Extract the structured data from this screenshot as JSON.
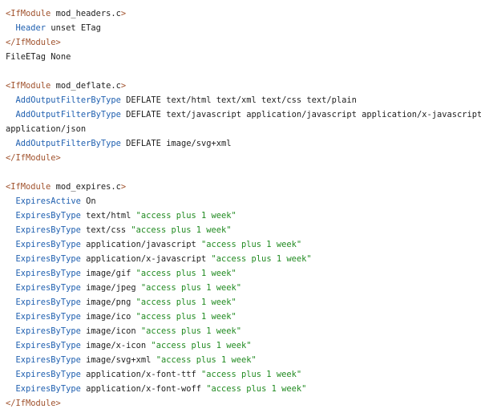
{
  "code_viewer": {
    "lines": [
      [
        {
          "t": "tag",
          "v": "<IfModule"
        },
        {
          "t": "plain",
          "v": " mod_headers.c"
        },
        {
          "t": "tag",
          "v": ">"
        }
      ],
      [
        {
          "t": "plain",
          "v": "  "
        },
        {
          "t": "directive",
          "v": "Header"
        },
        {
          "t": "plain",
          "v": " unset ETag"
        }
      ],
      [
        {
          "t": "tag",
          "v": "</IfModule>"
        }
      ],
      [
        {
          "t": "plain",
          "v": "FileETag None"
        }
      ],
      [],
      [
        {
          "t": "tag",
          "v": "<IfModule"
        },
        {
          "t": "plain",
          "v": " mod_deflate.c"
        },
        {
          "t": "tag",
          "v": ">"
        }
      ],
      [
        {
          "t": "plain",
          "v": "  "
        },
        {
          "t": "directive",
          "v": "AddOutputFilterByType"
        },
        {
          "t": "plain",
          "v": " DEFLATE text/html text/xml text/css text/plain"
        }
      ],
      [
        {
          "t": "plain",
          "v": "  "
        },
        {
          "t": "directive",
          "v": "AddOutputFilterByType"
        },
        {
          "t": "plain",
          "v": " DEFLATE text/javascript application/javascript application/x-javascript"
        }
      ],
      [
        {
          "t": "plain",
          "v": "application/json"
        }
      ],
      [
        {
          "t": "plain",
          "v": "  "
        },
        {
          "t": "directive",
          "v": "AddOutputFilterByType"
        },
        {
          "t": "plain",
          "v": " DEFLATE image/svg+xml"
        }
      ],
      [
        {
          "t": "tag",
          "v": "</IfModule>"
        }
      ],
      [],
      [
        {
          "t": "tag",
          "v": "<IfModule"
        },
        {
          "t": "plain",
          "v": " mod_expires.c"
        },
        {
          "t": "tag",
          "v": ">"
        }
      ],
      [
        {
          "t": "plain",
          "v": "  "
        },
        {
          "t": "directive",
          "v": "ExpiresActive"
        },
        {
          "t": "plain",
          "v": " On"
        }
      ],
      [
        {
          "t": "plain",
          "v": "  "
        },
        {
          "t": "directive",
          "v": "ExpiresByType"
        },
        {
          "t": "plain",
          "v": " text/html "
        },
        {
          "t": "string",
          "v": "\"access plus 1 week\""
        }
      ],
      [
        {
          "t": "plain",
          "v": "  "
        },
        {
          "t": "directive",
          "v": "ExpiresByType"
        },
        {
          "t": "plain",
          "v": " text/css "
        },
        {
          "t": "string",
          "v": "\"access plus 1 week\""
        }
      ],
      [
        {
          "t": "plain",
          "v": "  "
        },
        {
          "t": "directive",
          "v": "ExpiresByType"
        },
        {
          "t": "plain",
          "v": " application/javascript "
        },
        {
          "t": "string",
          "v": "\"access plus 1 week\""
        }
      ],
      [
        {
          "t": "plain",
          "v": "  "
        },
        {
          "t": "directive",
          "v": "ExpiresByType"
        },
        {
          "t": "plain",
          "v": " application/x-javascript "
        },
        {
          "t": "string",
          "v": "\"access plus 1 week\""
        }
      ],
      [
        {
          "t": "plain",
          "v": "  "
        },
        {
          "t": "directive",
          "v": "ExpiresByType"
        },
        {
          "t": "plain",
          "v": " image/gif "
        },
        {
          "t": "string",
          "v": "\"access plus 1 week\""
        }
      ],
      [
        {
          "t": "plain",
          "v": "  "
        },
        {
          "t": "directive",
          "v": "ExpiresByType"
        },
        {
          "t": "plain",
          "v": " image/jpeg "
        },
        {
          "t": "string",
          "v": "\"access plus 1 week\""
        }
      ],
      [
        {
          "t": "plain",
          "v": "  "
        },
        {
          "t": "directive",
          "v": "ExpiresByType"
        },
        {
          "t": "plain",
          "v": " image/png "
        },
        {
          "t": "string",
          "v": "\"access plus 1 week\""
        }
      ],
      [
        {
          "t": "plain",
          "v": "  "
        },
        {
          "t": "directive",
          "v": "ExpiresByType"
        },
        {
          "t": "plain",
          "v": " image/ico "
        },
        {
          "t": "string",
          "v": "\"access plus 1 week\""
        }
      ],
      [
        {
          "t": "plain",
          "v": "  "
        },
        {
          "t": "directive",
          "v": "ExpiresByType"
        },
        {
          "t": "plain",
          "v": " image/icon "
        },
        {
          "t": "string",
          "v": "\"access plus 1 week\""
        }
      ],
      [
        {
          "t": "plain",
          "v": "  "
        },
        {
          "t": "directive",
          "v": "ExpiresByType"
        },
        {
          "t": "plain",
          "v": " image/x-icon "
        },
        {
          "t": "string",
          "v": "\"access plus 1 week\""
        }
      ],
      [
        {
          "t": "plain",
          "v": "  "
        },
        {
          "t": "directive",
          "v": "ExpiresByType"
        },
        {
          "t": "plain",
          "v": " image/svg+xml "
        },
        {
          "t": "string",
          "v": "\"access plus 1 week\""
        }
      ],
      [
        {
          "t": "plain",
          "v": "  "
        },
        {
          "t": "directive",
          "v": "ExpiresByType"
        },
        {
          "t": "plain",
          "v": " application/x-font-ttf "
        },
        {
          "t": "string",
          "v": "\"access plus 1 week\""
        }
      ],
      [
        {
          "t": "plain",
          "v": "  "
        },
        {
          "t": "directive",
          "v": "ExpiresByType"
        },
        {
          "t": "plain",
          "v": " application/x-font-woff "
        },
        {
          "t": "string",
          "v": "\"access plus 1 week\""
        }
      ],
      [
        {
          "t": "tag",
          "v": "</IfModule>"
        }
      ]
    ]
  }
}
